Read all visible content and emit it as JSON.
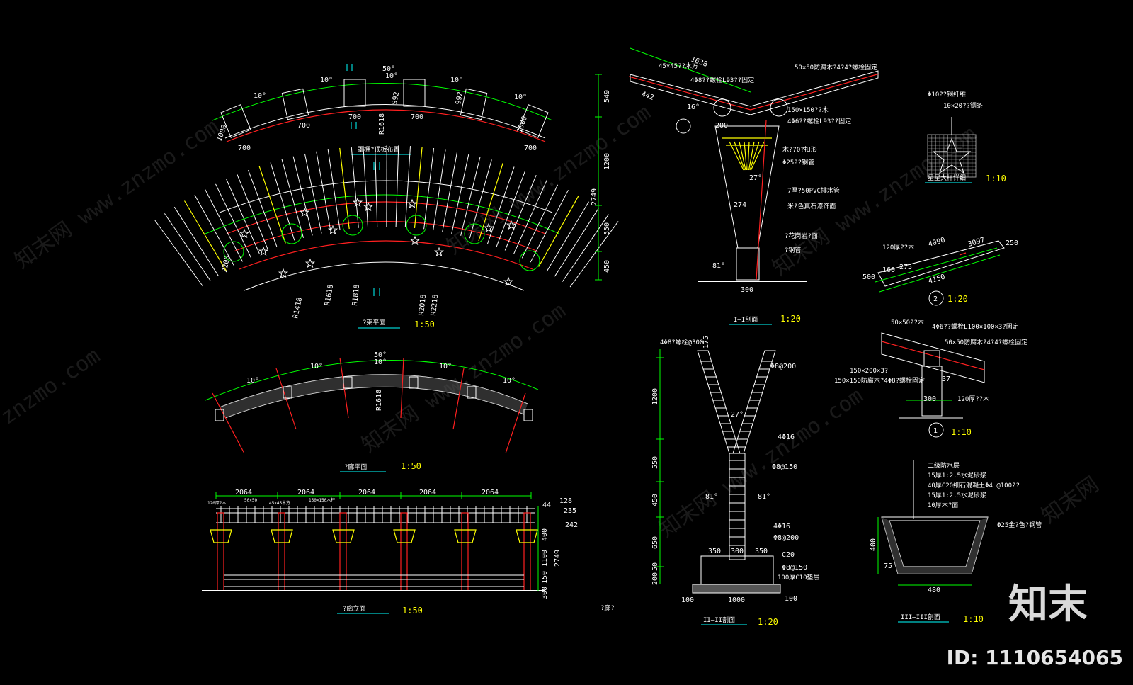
{
  "drawing": {
    "plan_top": {
      "title": "罩棚?顶板布置",
      "angles": [
        "50°",
        "10°",
        "10°",
        "10°",
        "10°",
        "10°",
        "10°"
      ],
      "dims": [
        "700",
        "700",
        "700",
        "700",
        "700",
        "1000",
        "1000",
        "992",
        "992",
        "R1618"
      ]
    },
    "plan_main": {
      "title": "?架平面",
      "scale": "1:50",
      "dims": [
        "2200",
        "R1418",
        "R1618",
        "R1818",
        "R2018",
        "R2218"
      ]
    },
    "plan_bottom": {
      "title": "?廊平面",
      "scale": "1:50",
      "angles": [
        "50°",
        "10°",
        "10°",
        "10°",
        "10°",
        "10°"
      ],
      "dims": [
        "R1618"
      ]
    },
    "elevation": {
      "title": "?廊立面",
      "scale": "1:50",
      "spans": [
        "2064",
        "2064",
        "2064",
        "2064",
        "2064"
      ],
      "right_dims": [
        "44",
        "128",
        "235",
        "242",
        "400",
        "1100",
        "2749",
        "150",
        "300"
      ],
      "notes": [
        "120厚?木",
        "50×50",
        "45×45木方",
        "150×150木柱"
      ],
      "footnote": "?廊?"
    },
    "section_I": {
      "title": "I—I剖面",
      "scale": "1:20",
      "dims": [
        "1638",
        "2749",
        "549",
        "1200",
        "550",
        "450",
        "442",
        "200",
        "274",
        "300"
      ],
      "angles": [
        "16°",
        "27°",
        "81°"
      ],
      "notes": [
        "45×45??木方",
        "4Φ8??螺栓L93??固定",
        "50×50防腐木?4?4?螺栓固定",
        "150×150??木",
        "4Φ6??螺栓L93??固定",
        "木?70?扣形",
        "Φ25??钢管",
        "7厚?50PVC排水管",
        "米?色真石漆饰面",
        "?花岗岩?面",
        "?钢管"
      ]
    },
    "section_II": {
      "title": "II—II剖面",
      "scale": "1:20",
      "dims": [
        "1200",
        "550",
        "450",
        "650",
        "50",
        "200",
        "350",
        "300",
        "350",
        "1000",
        "100",
        "100",
        "175"
      ],
      "angles": [
        "27°",
        "81°",
        "81°"
      ],
      "notes": [
        "4Φ8?螺栓@300",
        "Φ8@200",
        "4Φ16",
        "Φ8@150",
        "4Φ16",
        "Φ8@200",
        "C20",
        "Φ8@150",
        "100厚C10垫层"
      ]
    },
    "star_detail": {
      "title": "星星大样详细",
      "scale": "1:10",
      "notes": [
        "Φ10??钢纤维",
        "10×20??钢条"
      ]
    },
    "beam_detail": {
      "marker": "2",
      "scale": "1:20",
      "dims": [
        "4090",
        "3097",
        "250",
        "4150",
        "500",
        "160",
        "275"
      ],
      "notes": [
        "120厚??木"
      ]
    },
    "joint_detail": {
      "marker": "1",
      "scale": "1:10",
      "dims": [
        "300",
        "37"
      ],
      "notes": [
        "50×50??木",
        "4Φ6??螺栓L100×100×3?固定",
        "50×50防腐木?4?4?螺栓固定",
        "150×200×3?",
        "150×150防腐木?4Φ8?螺栓固定",
        "120厚??木"
      ]
    },
    "section_III": {
      "title": "III—III剖面",
      "scale": "1:10",
      "dims": [
        "400",
        "480",
        "75"
      ],
      "notes": [
        "二级防水层",
        "15厚1:2.5水泥砂浆",
        "40厚C20细石混凝土Φ4 @100??",
        "15厚1:2.5水泥砂浆",
        "10厚木?面",
        "Φ25金?色?钢管"
      ]
    }
  },
  "watermarks": [
    "知末网 www.znzmo.com",
    "znzmo.com",
    "知末网"
  ],
  "logo_text": "知末",
  "image_id": "ID: 1110654065",
  "colors": {
    "background": "#000000",
    "dimension": "#00ff00",
    "outline": "#ffffff",
    "axis": "#ff2020",
    "rafter": "#ffff00",
    "hatch": "#00ffff"
  }
}
